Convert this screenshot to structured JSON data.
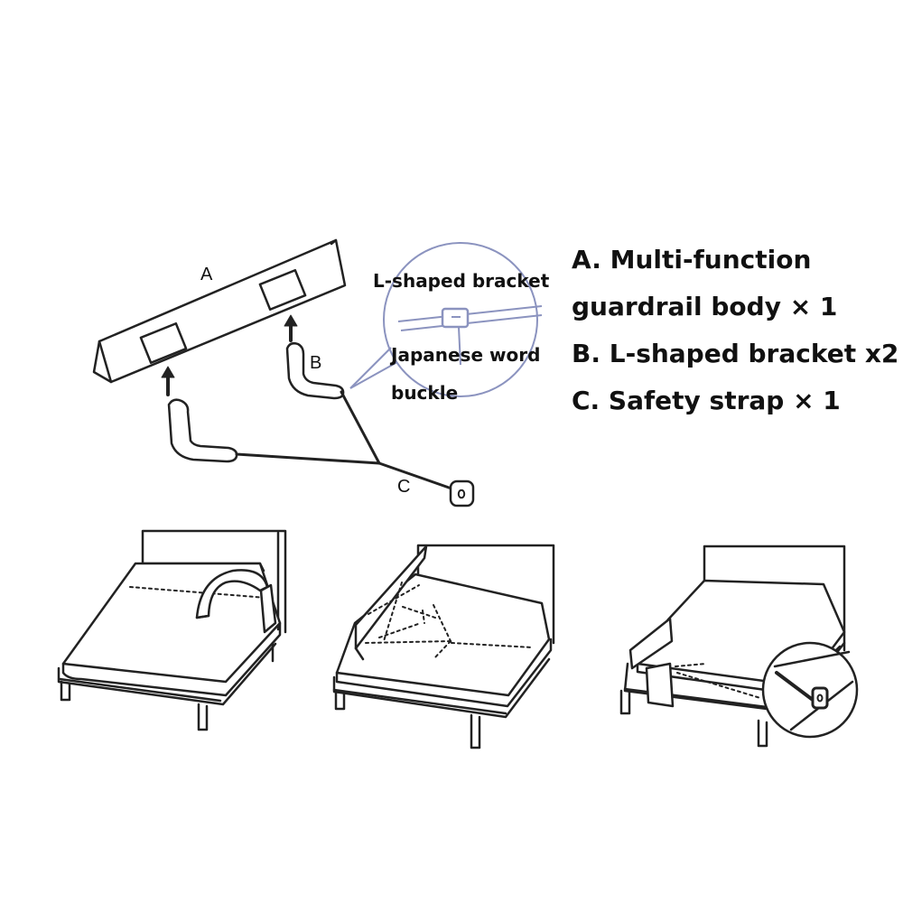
{
  "parts": {
    "label_a": "A",
    "label_b": "B",
    "label_c": "C"
  },
  "callout": {
    "bracket_label": "L-shaped bracket",
    "buckle_label_1": "Japanese word",
    "buckle_label_2": "buckle"
  },
  "legend": {
    "items": [
      "A. Multi-function",
      "guardrail body × 1",
      "B. L-shaped bracket x2",
      "C. Safety strap × 1"
    ]
  },
  "icons": {
    "arrow": "up-arrow-icon",
    "buckle": "buckle-icon"
  },
  "colors": {
    "line": "#222222",
    "callout": "#8b93bf",
    "background": "#ffffff"
  }
}
